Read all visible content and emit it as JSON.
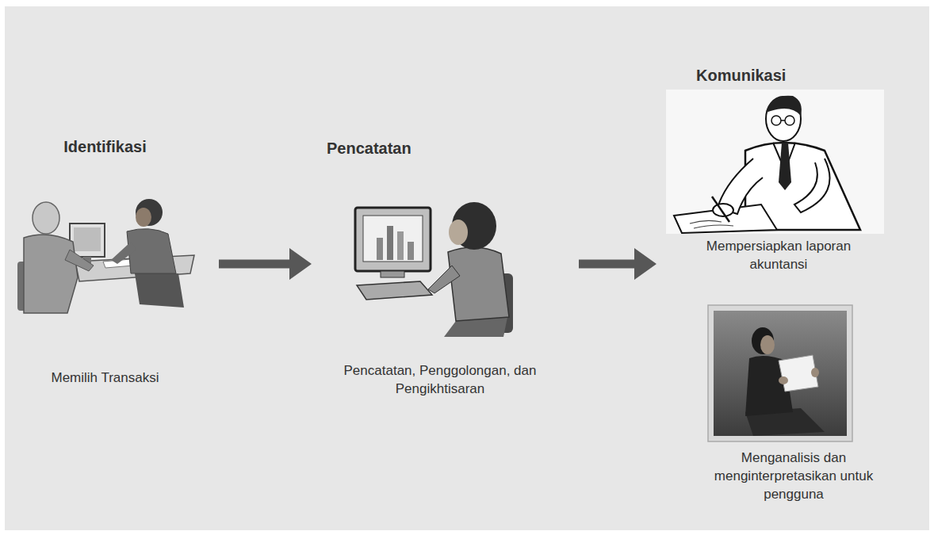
{
  "diagram": {
    "nodes": [
      {
        "text": [
          "Identifikasi",
          "Memilih Transaksi"
        ]
      },
      {
        "text": [
          "Pencatatan",
          "Pencatatan, Penggolongan, dan Pengikhtisaran"
        ]
      },
      {
        "text": [
          "Komunikasi"
        ]
      },
      {
        "text": [
          "Mempersiapkan laporan akuntansi"
        ],
        "in": 2
      },
      {
        "text": [
          "Menganalisis dan menginterpretasikan untuk pengguna"
        ],
        "in": 2
      }
    ],
    "edges": [
      {
        "from": 0,
        "to": 1,
        "arrow": "to"
      },
      {
        "from": 1,
        "to": 2,
        "arrow": "to"
      }
    ]
  }
}
